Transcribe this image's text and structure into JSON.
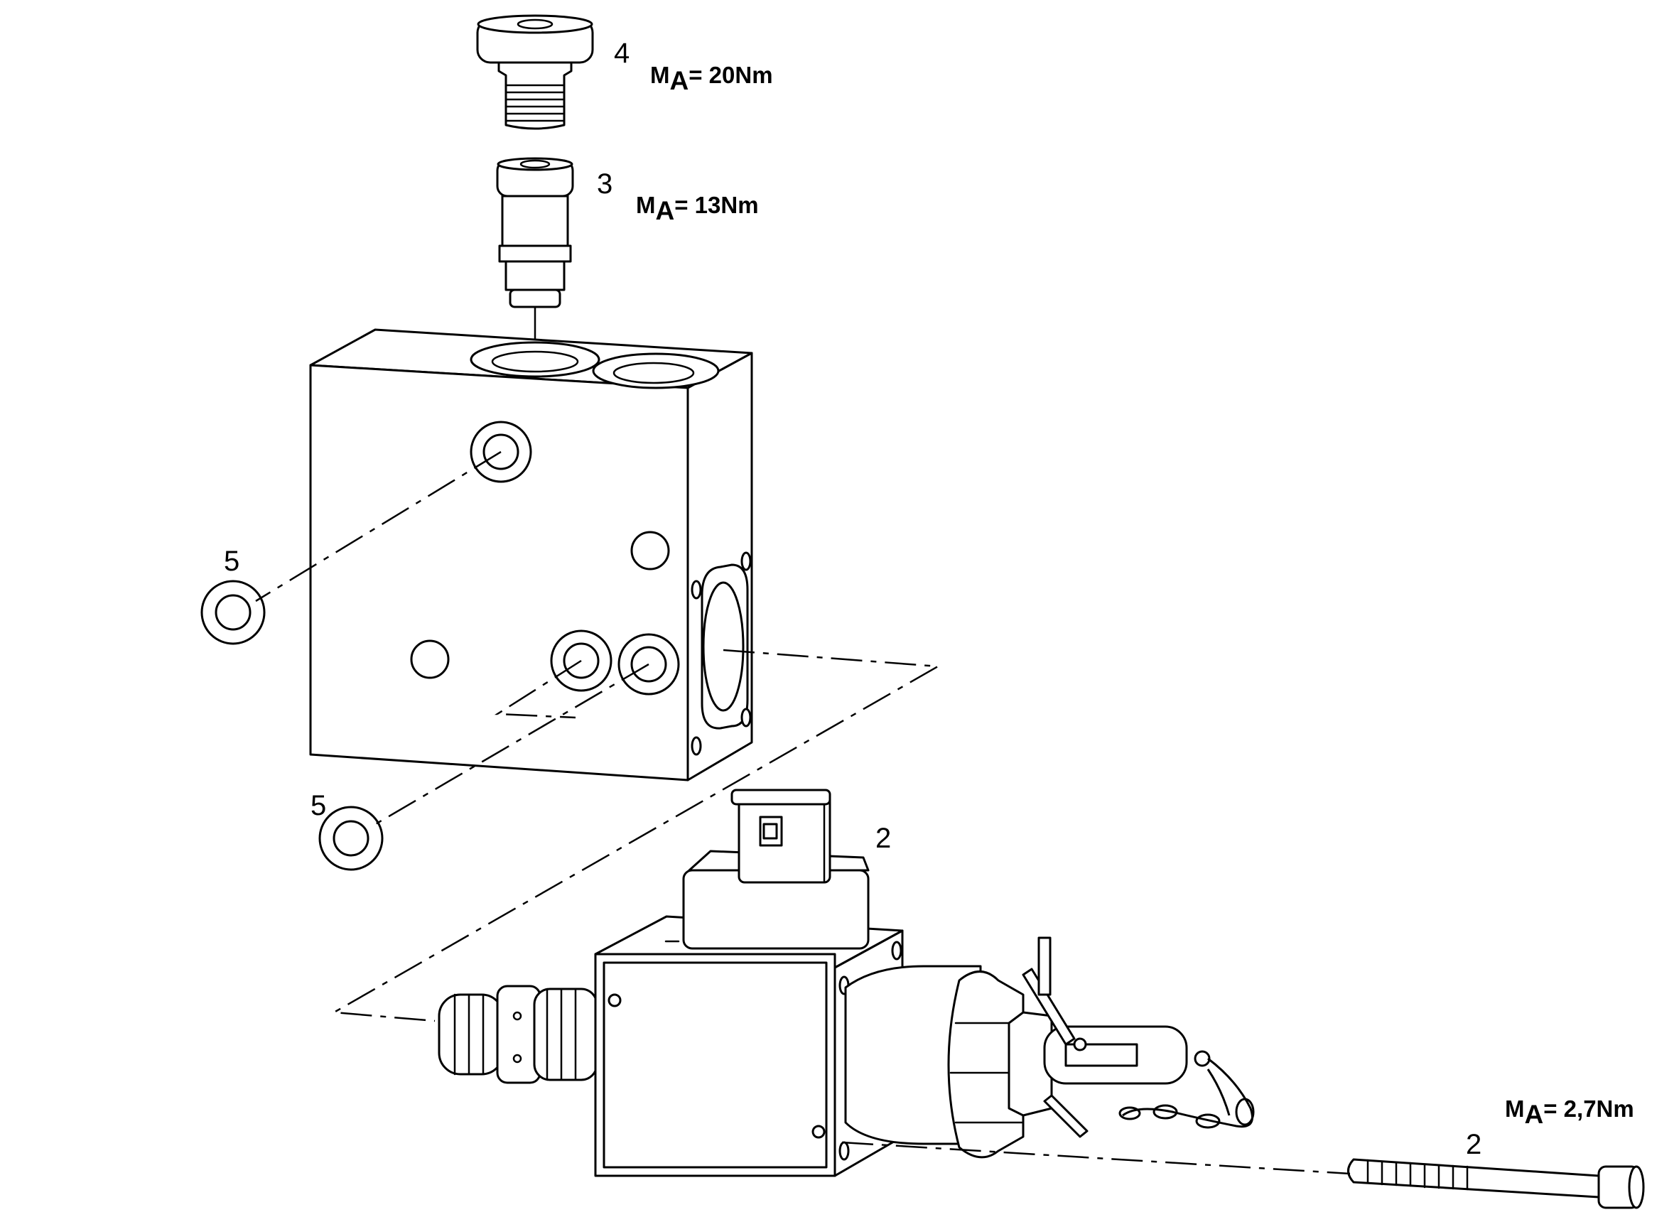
{
  "callouts": {
    "plug_number": "4",
    "plug_torque_symbol": "M",
    "plug_torque_subscript": "A",
    "plug_torque_value": "= 20Nm",
    "cartridge_number": "3",
    "cartridge_torque_symbol": "M",
    "cartridge_torque_subscript": "A",
    "cartridge_torque_value": "= 13Nm",
    "oring_upper_number": "5",
    "oring_lower_number": "5",
    "solenoid_number": "2",
    "screw_number": "2",
    "screw_torque_symbol": "M",
    "screw_torque_subscript": "A",
    "screw_torque_value": "= 2,7Nm"
  }
}
